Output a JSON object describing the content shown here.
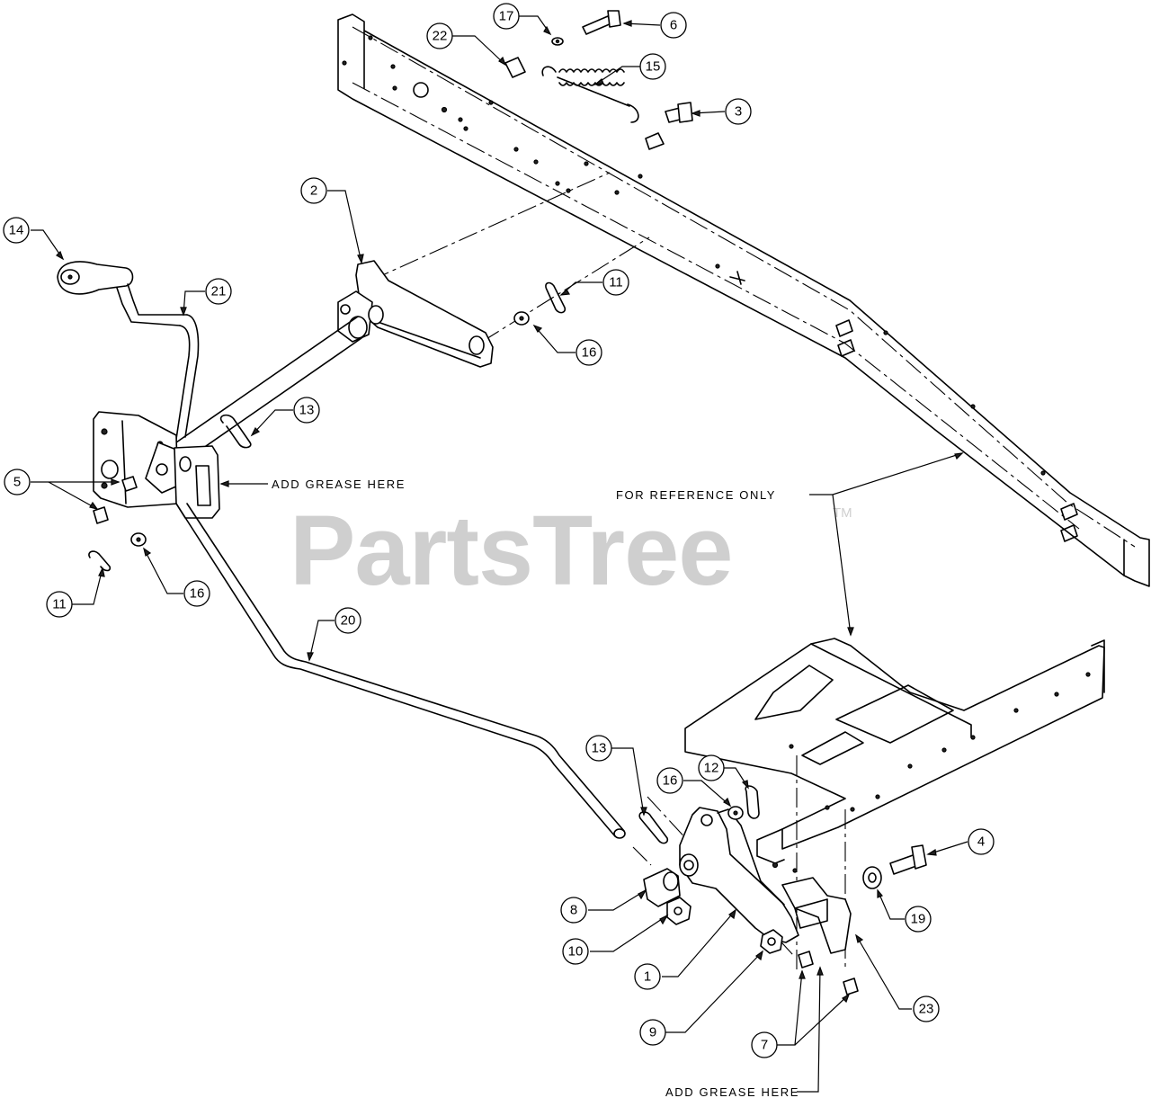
{
  "watermark": {
    "text": "PartsTree",
    "mark": "TM"
  },
  "notes": {
    "grease_upper": "ADD GREASE HERE",
    "grease_lower": "ADD GREASE HERE",
    "reference": "FOR REFERENCE ONLY"
  },
  "callouts": [
    "17",
    "6",
    "22",
    "15",
    "3",
    "2",
    "14",
    "21",
    "11",
    "16",
    "13",
    "5",
    "11",
    "16",
    "20",
    "13",
    "16",
    "12",
    "4",
    "8",
    "10",
    "19",
    "1",
    "9",
    "23",
    "7"
  ]
}
